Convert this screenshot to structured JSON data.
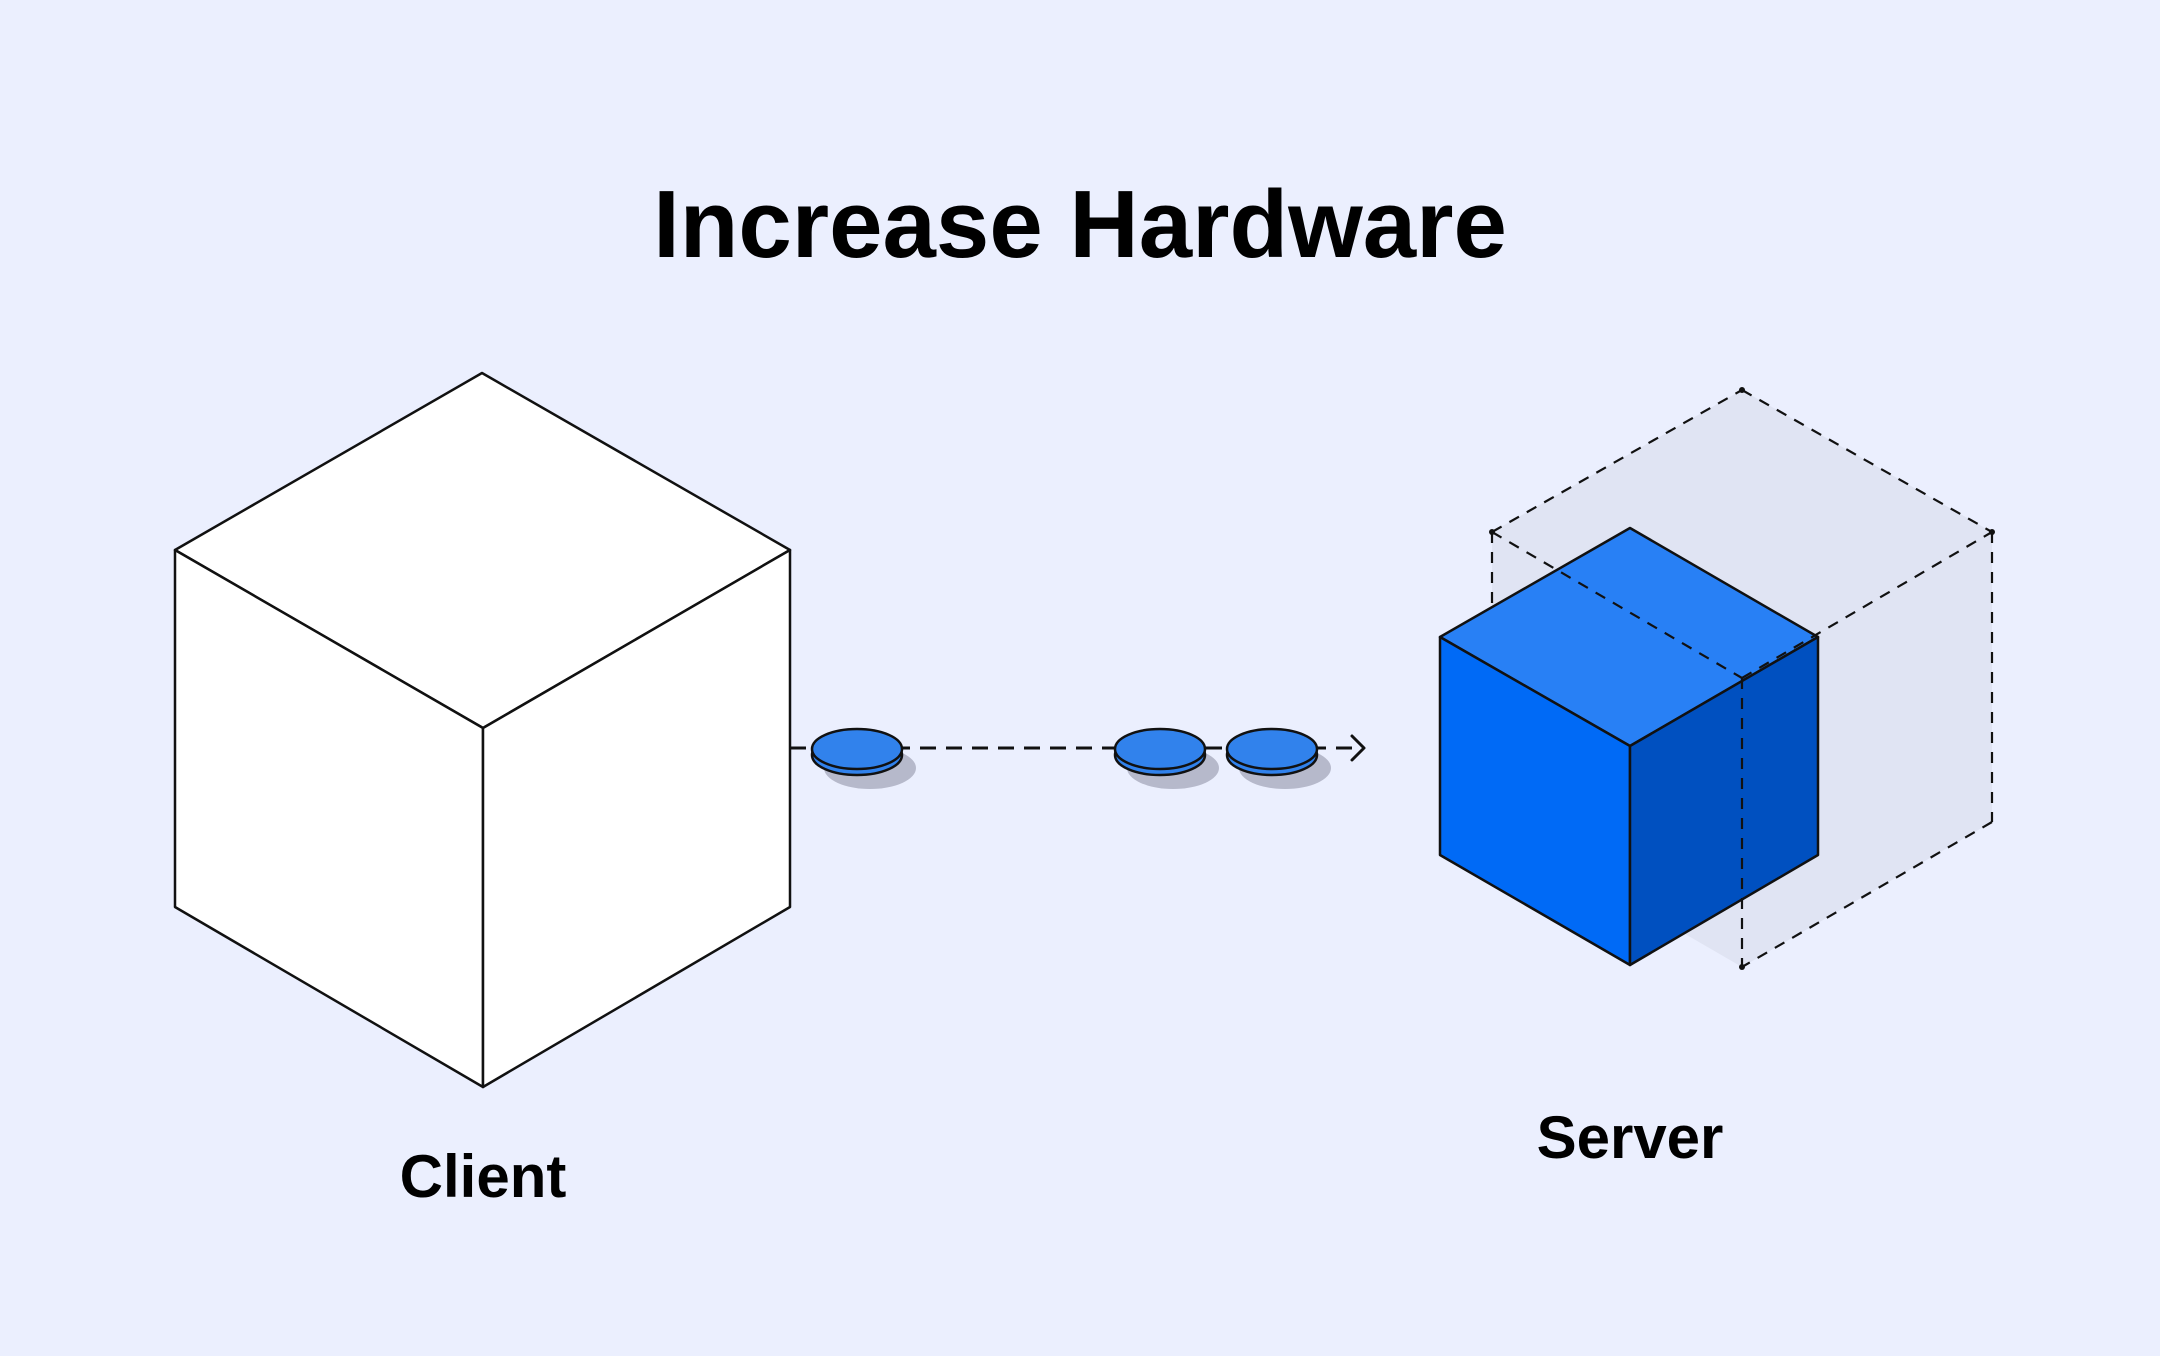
{
  "title": "Increase Hardware",
  "nodes": {
    "client": {
      "label": "Client"
    },
    "server": {
      "label": "Server"
    }
  },
  "colors": {
    "background": "#ebeffe",
    "server_top": "#2880f5",
    "server_front": "#006af6",
    "server_side": "#0050c0",
    "packet": "#3182ec",
    "packet_shadow": "#b6b9cb",
    "ghost_fill": "#e0e4f3",
    "stroke": "#111111"
  }
}
